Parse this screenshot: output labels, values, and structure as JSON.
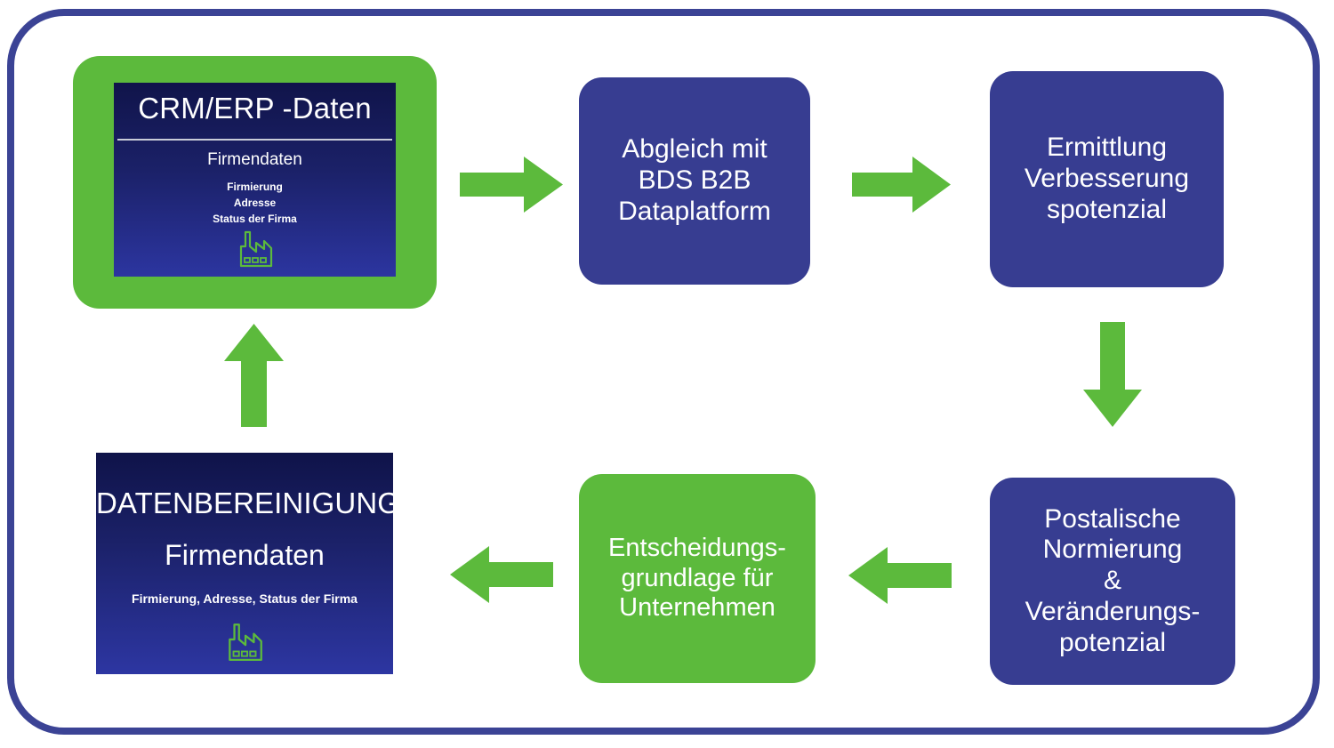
{
  "diagram": {
    "title_semantics": "company-data-cleansing-process-cycle",
    "colors": {
      "brand_blue": "#373d91",
      "brand_green": "#5cba3c",
      "frame_blue": "#3b4395",
      "panel_navy_dark": "#0f1349",
      "panel_navy_light": "#2d36a2",
      "text_white": "#ffffff"
    },
    "crm_card": {
      "title": "CRM/ERP -Daten",
      "subtitle": "Firmendaten",
      "details": [
        "Firmierung",
        "Adresse",
        "Status der Firma"
      ],
      "icon": "factory-icon"
    },
    "cleansing_card": {
      "title": "DATENBEREINIGUNG",
      "subtitle": "Firmendaten",
      "detail": "Firmierung, Adresse, Status der Firma",
      "icon": "factory-icon"
    },
    "steps": [
      {
        "id": "abgleich",
        "label": "Abgleich mit\nBDS B2B\nDataplatform",
        "style": "blue"
      },
      {
        "id": "ermittlung",
        "label": "Ermittlung\nVerbesserung\nspotenzial",
        "style": "blue"
      },
      {
        "id": "postalisch",
        "label": "Postalische\nNormierung\n&\nVeränderungs-\npotenzial",
        "style": "blue"
      },
      {
        "id": "entscheidung",
        "label": "Entscheidungs-\ngrundlage für\nUnternehmen",
        "style": "green"
      }
    ],
    "arrows": [
      {
        "id": "arrow-crm-to-abgleich",
        "direction": "right"
      },
      {
        "id": "arrow-abgleich-to-ermittlung",
        "direction": "right"
      },
      {
        "id": "arrow-ermittlung-to-postalisch",
        "direction": "down"
      },
      {
        "id": "arrow-postalisch-to-entscheidung",
        "direction": "left"
      },
      {
        "id": "arrow-entscheidung-to-cleansing",
        "direction": "left"
      },
      {
        "id": "arrow-cleansing-to-crm",
        "direction": "up"
      }
    ]
  }
}
